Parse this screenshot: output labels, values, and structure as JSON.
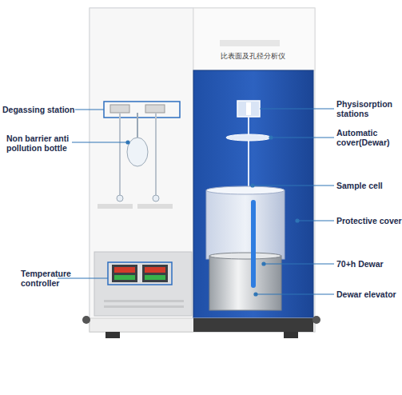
{
  "diagram": {
    "labels": [
      "Degassing station",
      "Non barrier anti pollution bottle",
      "Temperature controller",
      "Physisorption stations",
      "Automatic cover(Dewar)",
      "Sample cell",
      "Protective cover",
      "70+h Dewar",
      "Dewar elevator",
      "比表面及孔径分析仪"
    ]
  }
}
